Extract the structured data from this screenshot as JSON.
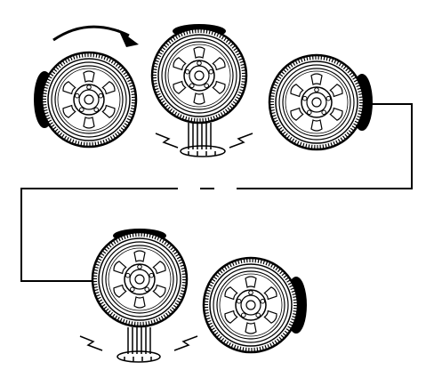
{
  "diagram": {
    "description_text": "",
    "stroke_color": "#000000",
    "background_color": "#ffffff",
    "wheels": [
      {
        "id": "wheel-1",
        "state": "tilted-left",
        "row": 1
      },
      {
        "id": "wheel-2",
        "state": "upright-on-ground",
        "row": 1
      },
      {
        "id": "wheel-3",
        "state": "tilted-right",
        "row": 1
      },
      {
        "id": "wheel-4",
        "state": "upright-on-ground",
        "row": 2
      },
      {
        "id": "wheel-5",
        "state": "tilted-right",
        "row": 2
      }
    ],
    "rotation_arrow": {
      "direction": "clockwise"
    }
  }
}
